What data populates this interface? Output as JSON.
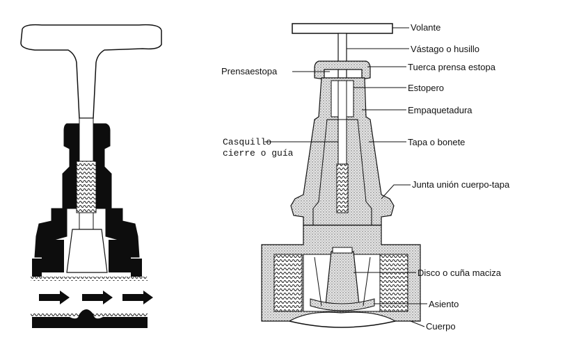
{
  "labels": {
    "volante": "Volante",
    "vastago": "Vástago o husillo",
    "prensaestopa": "Prensaestopa",
    "tuerca": "Tuerca prensa estopa",
    "estopero": "Estopero",
    "empaquetadura": "Empaquetadura",
    "casquillo_1": "Casquillo",
    "casquillo_2": "cierre o guía",
    "tapa": "Tapa o bonete",
    "junta": "Junta unión cuerpo-tapa",
    "disco": "Disco o cuña maciza",
    "asiento": "Asiento",
    "cuerpo": "Cuerpo"
  },
  "colors": {
    "ink": "#111111",
    "fill_black": "#0d0d0d",
    "stipple": "#d6d6d6",
    "paper": "#ffffff"
  }
}
